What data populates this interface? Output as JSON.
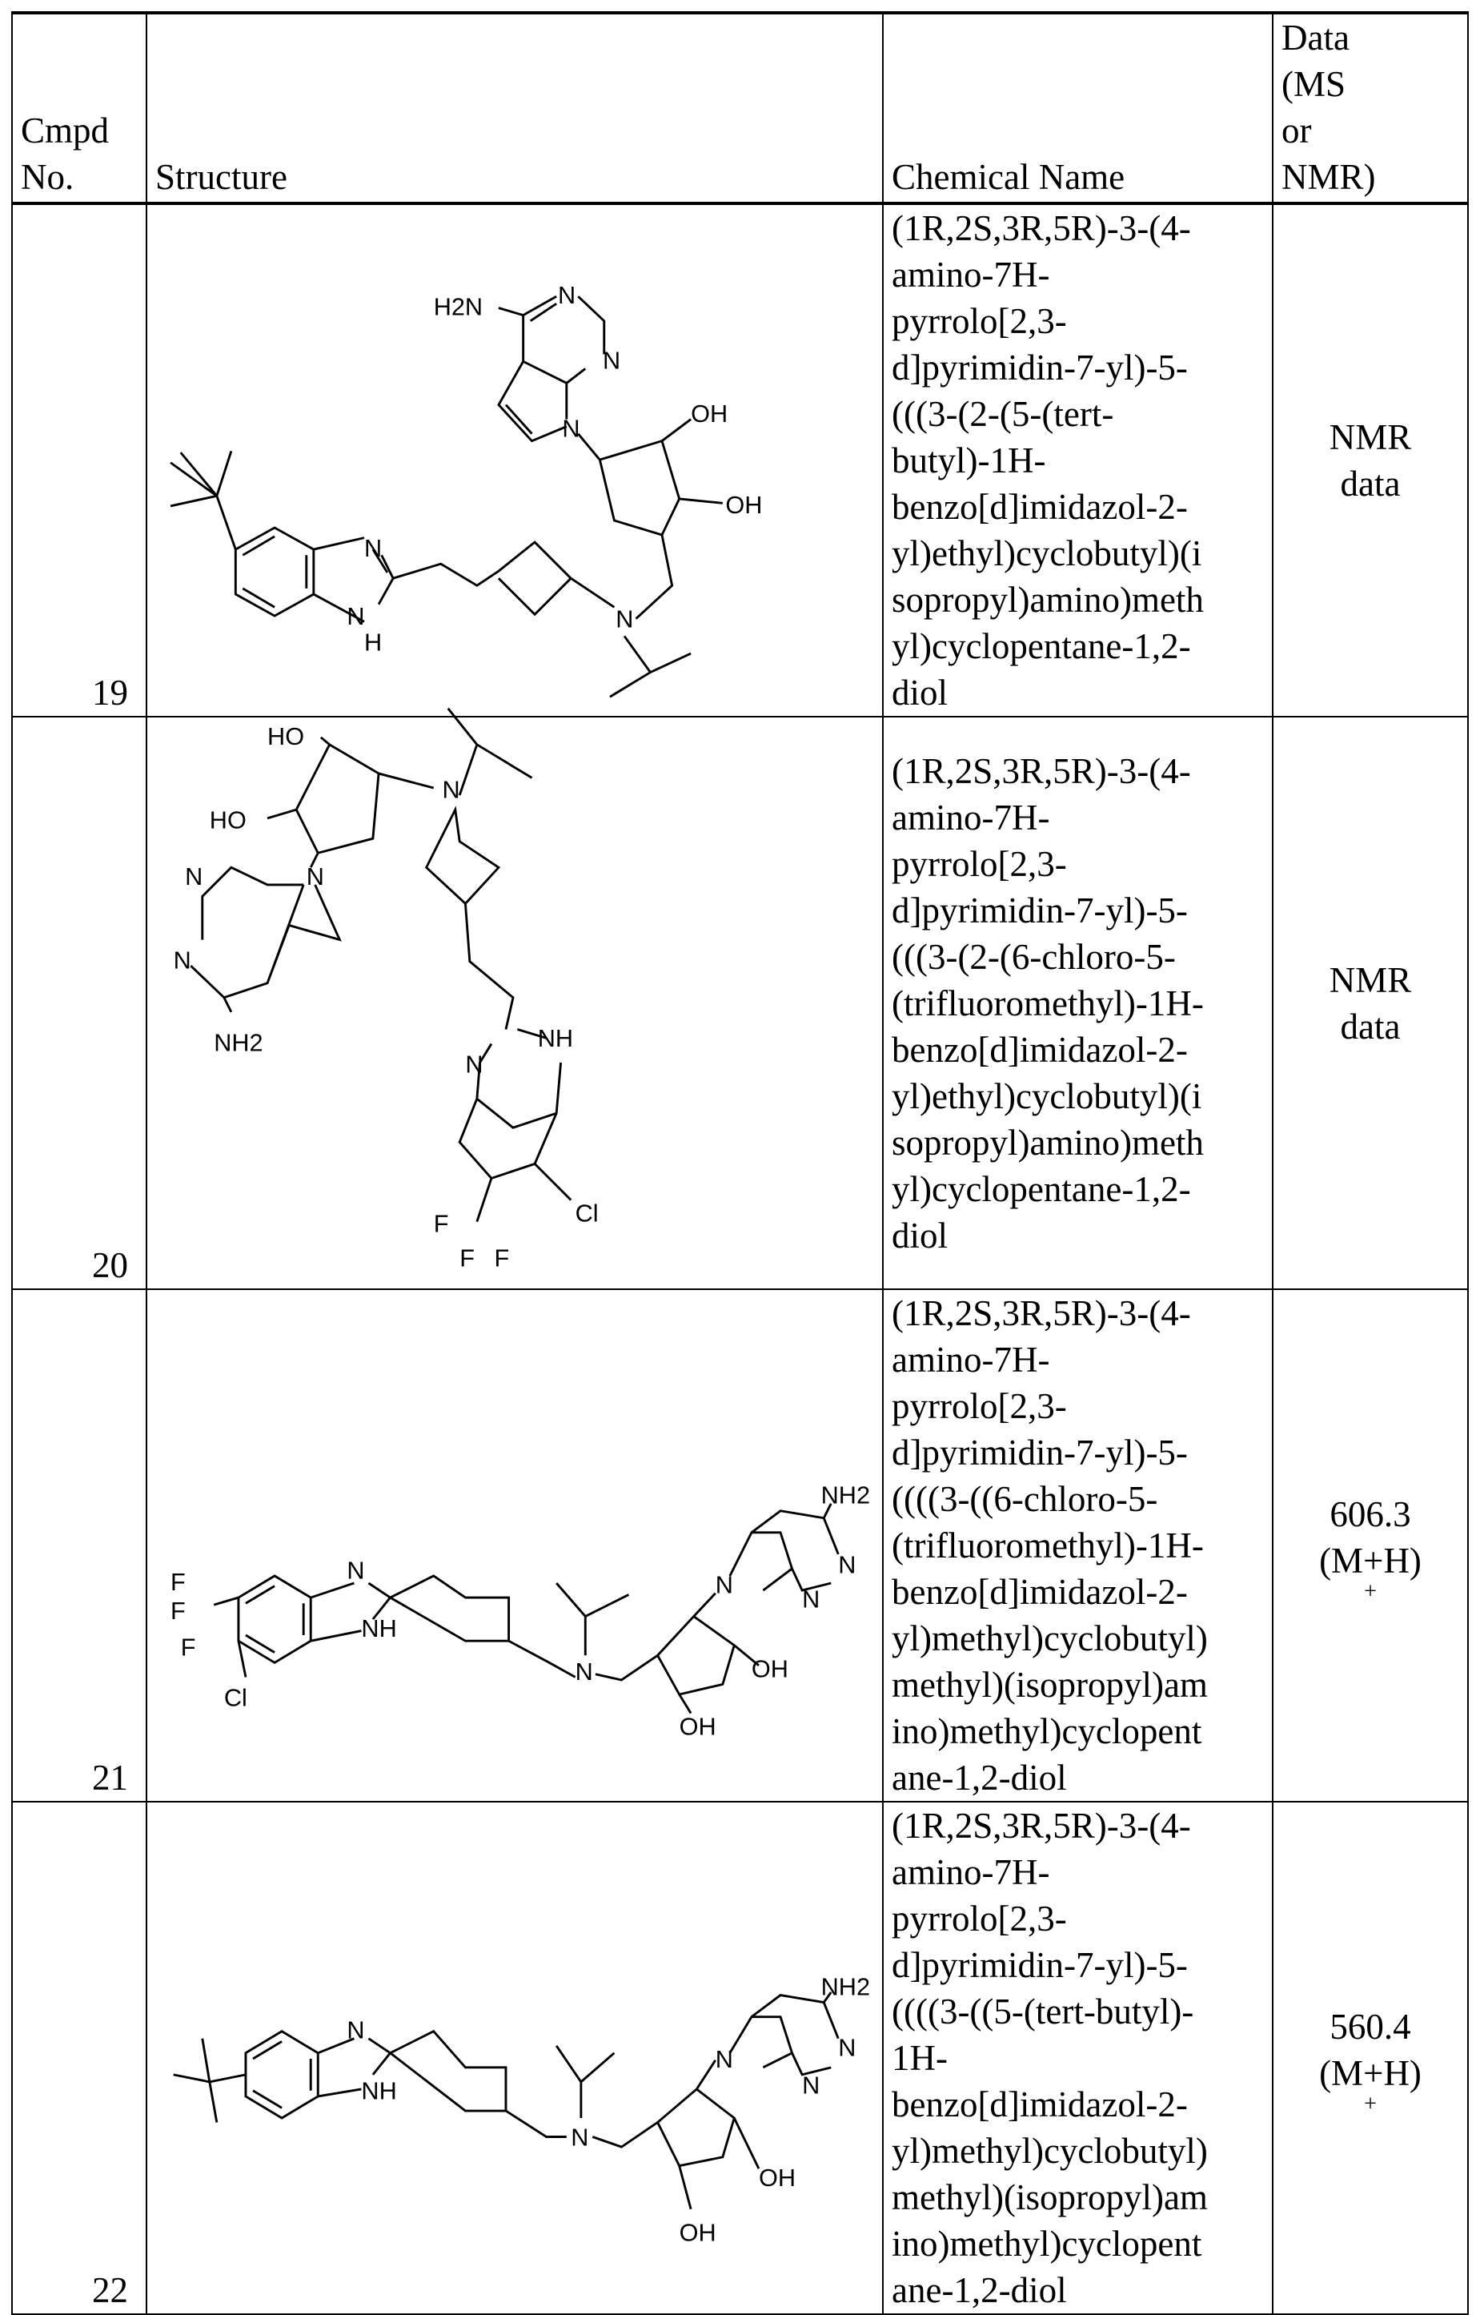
{
  "header": {
    "cmpd": [
      "Cmpd",
      "No."
    ],
    "structure": "Structure",
    "name": "Chemical Name",
    "data": [
      "Data",
      "(MS",
      "or",
      "NMR)"
    ]
  },
  "rows": [
    {
      "no": "19",
      "name": [
        "(1R,2S,3R,5R)-3-(4-",
        "amino-7H-",
        "pyrrolo[2,3-",
        "d]pyrimidin-7-yl)-5-",
        "(((3-(2-(5-(tert-",
        "butyl)-1H-",
        "benzo[d]imidazol-2-",
        "yl)ethyl)cyclobutyl)(i",
        "sopropyl)amino)meth",
        "yl)cyclopentane-1,2-",
        "diol"
      ],
      "data": [
        "NMR",
        "data"
      ],
      "sup": "",
      "atoms": [
        "H2N",
        "N",
        "N",
        "N",
        "OH",
        "OH",
        "N",
        "N",
        "H",
        "N"
      ]
    },
    {
      "no": "20",
      "name": [
        "(1R,2S,3R,5R)-3-(4-",
        "amino-7H-",
        "pyrrolo[2,3-",
        "d]pyrimidin-7-yl)-5-",
        "(((3-(2-(6-chloro-5-",
        "(trifluoromethyl)-1H-",
        "benzo[d]imidazol-2-",
        "yl)ethyl)cyclobutyl)(i",
        "sopropyl)amino)meth",
        "yl)cyclopentane-1,2-",
        "diol"
      ],
      "data": [
        "NMR",
        "data"
      ],
      "sup": "",
      "atoms": [
        "HO",
        "HO",
        "N",
        "N",
        "N",
        "N",
        "NH2",
        "N",
        "NH",
        "F",
        "F",
        "F",
        "Cl"
      ]
    },
    {
      "no": "21",
      "name": [
        "(1R,2S,3R,5R)-3-(4-",
        "amino-7H-",
        "pyrrolo[2,3-",
        "d]pyrimidin-7-yl)-5-",
        "((((3-((6-chloro-5-",
        "(trifluoromethyl)-1H-",
        "benzo[d]imidazol-2-",
        "yl)methyl)cyclobutyl)",
        "methyl)(isopropyl)am",
        "ino)methyl)cyclopent",
        "ane-1,2-diol"
      ],
      "data": [
        "606.3",
        "(M+H)"
      ],
      "sup": "+",
      "atoms": [
        "F",
        "F",
        "F",
        "Cl",
        "N",
        "NH",
        "N",
        "N",
        "N",
        "N",
        "NH2",
        "OH",
        "OH"
      ]
    },
    {
      "no": "22",
      "name": [
        "(1R,2S,3R,5R)-3-(4-",
        "amino-7H-",
        "pyrrolo[2,3-",
        "d]pyrimidin-7-yl)-5-",
        "((((3-((5-(tert-butyl)-",
        "1H-",
        "benzo[d]imidazol-2-",
        "yl)methyl)cyclobutyl)",
        "methyl)(isopropyl)am",
        "ino)methyl)cyclopent",
        "ane-1,2-diol"
      ],
      "data": [
        "560.4",
        "(M+H)"
      ],
      "sup": "+",
      "atoms": [
        "N",
        "NH",
        "N",
        "N",
        "N",
        "N",
        "NH2",
        "OH",
        "OH"
      ]
    }
  ]
}
